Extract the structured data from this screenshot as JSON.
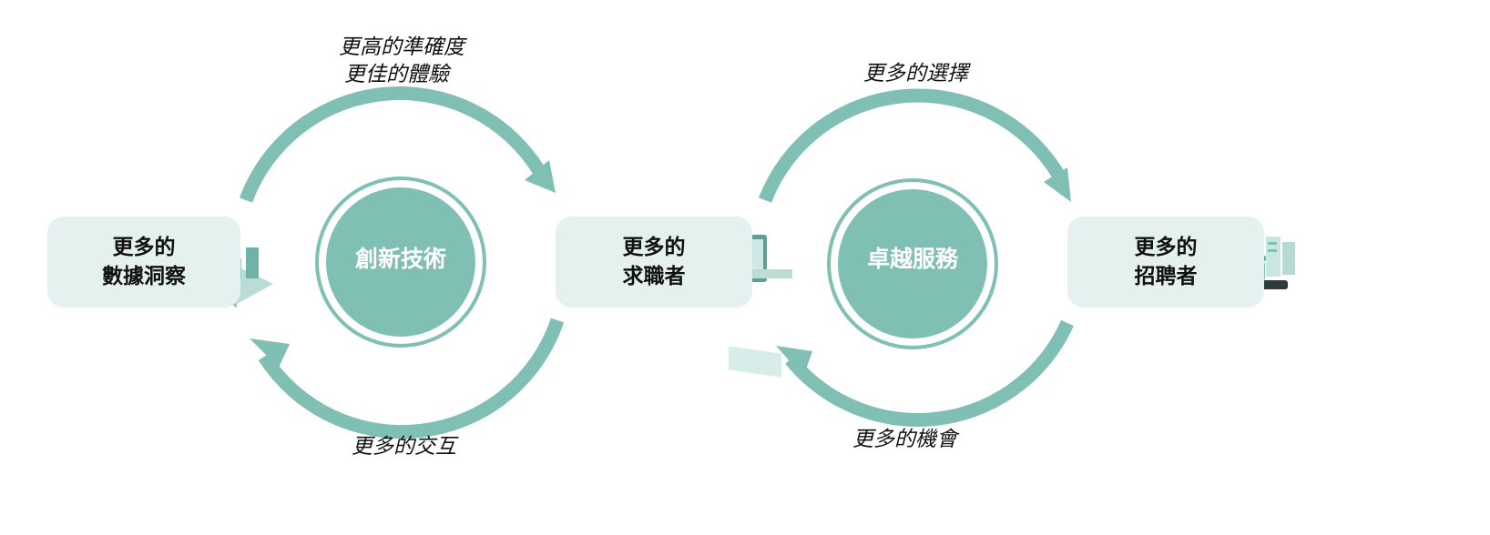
{
  "colors": {
    "teal": "#7fbfb4",
    "box_bg": "#e4f1ee",
    "text": "#111111"
  },
  "boxes": {
    "left": {
      "line1": "更多的",
      "line2": "數據洞察",
      "icon": "building-chart-icon"
    },
    "middle": {
      "line1": "更多的",
      "line2": "求職者",
      "icon": "phone-cards-icon"
    },
    "right": {
      "line1": "更多的",
      "line2": "招聘者",
      "icon": "recruiter-screens-icon"
    }
  },
  "circles": {
    "left": {
      "label": "創新技術"
    },
    "right": {
      "label": "卓越服務"
    }
  },
  "arrow_labels": {
    "left_top": {
      "line1": "更高的準確度",
      "line2": "更佳的體驗"
    },
    "left_bottom": "更多的交互",
    "right_top": "更多的選擇",
    "right_bottom": "更多的機會"
  }
}
